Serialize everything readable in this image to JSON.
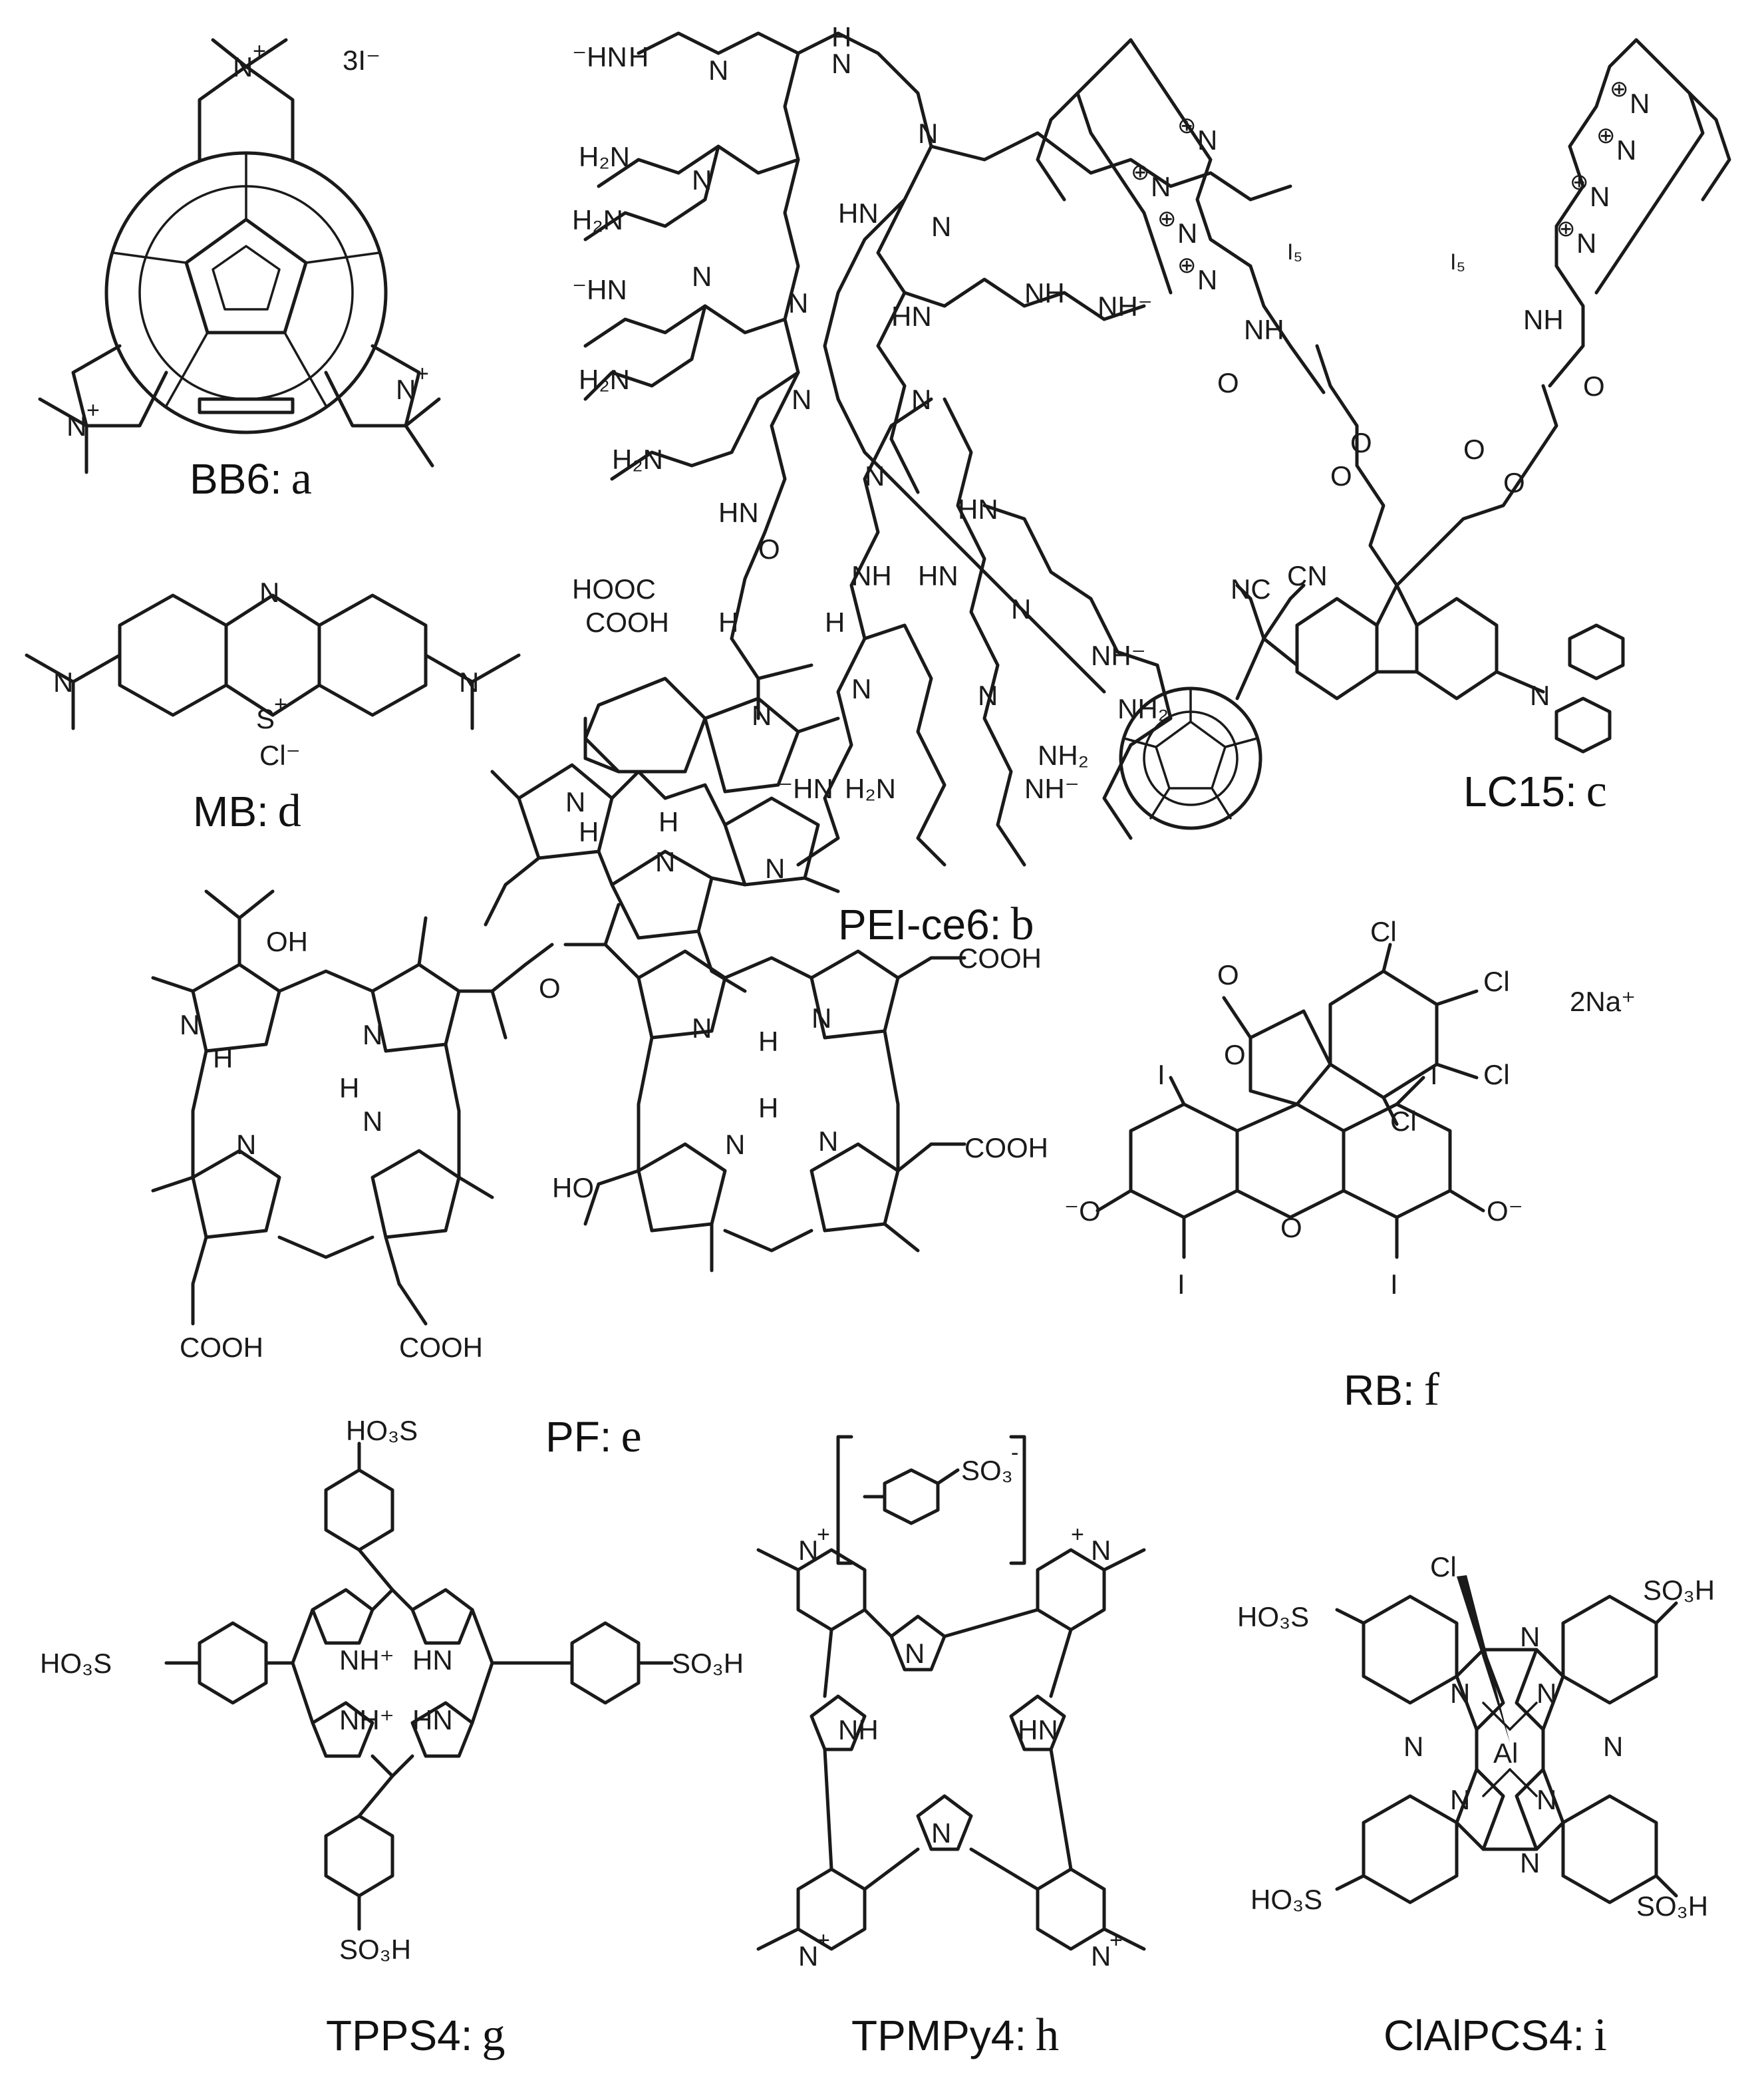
{
  "compounds": [
    {
      "abbr": "BB6",
      "letter": "a"
    },
    {
      "abbr": "PEI-ce6",
      "letter": "b"
    },
    {
      "abbr": "LC15",
      "letter": "c"
    },
    {
      "abbr": "MB",
      "letter": "d"
    },
    {
      "abbr": "PF",
      "letter": "e"
    },
    {
      "abbr": "RB",
      "letter": "f"
    },
    {
      "abbr": "TPPS4",
      "letter": "g"
    },
    {
      "abbr": "TPMPy4",
      "letter": "h"
    },
    {
      "abbr": "ClAlPCS4",
      "letter": "i"
    }
  ],
  "separator": ":",
  "counterions": {
    "bb6": "3I⁻",
    "mb": "Cl⁻",
    "rb": "2Na⁺",
    "lc15_left": "I₅",
    "lc15_right": "I₅"
  }
}
